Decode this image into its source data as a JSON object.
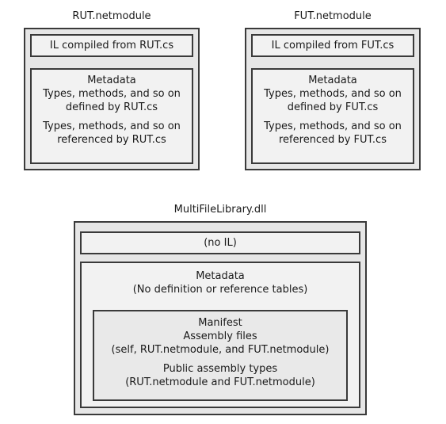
{
  "rut": {
    "title": "RUT.netmodule",
    "il": "IL compiled from RUT.cs",
    "metadata": {
      "heading": "Metadata",
      "defined_1": "Types, methods, and so on",
      "defined_2": "defined by RUT.cs",
      "referenced_1": "Types, methods, and so on",
      "referenced_2": "referenced by RUT.cs"
    }
  },
  "fut": {
    "title": "FUT.netmodule",
    "il": "IL compiled from FUT.cs",
    "metadata": {
      "heading": "Metadata",
      "defined_1": "Types, methods, and so on",
      "defined_2": "defined by FUT.cs",
      "referenced_1": "Types, methods, and so on",
      "referenced_2": "referenced by FUT.cs"
    }
  },
  "library": {
    "title": "MultiFileLibrary.dll",
    "il": "(no IL)",
    "metadata": {
      "heading": "Metadata",
      "note": "(No definition or reference tables)"
    },
    "manifest": {
      "heading": "Manifest",
      "files_heading": "Assembly files",
      "files_list": "(self, RUT.netmodule, and FUT.netmodule)",
      "types_heading": "Public assembly types",
      "types_list": "(RUT.netmodule and FUT.netmodule)"
    }
  }
}
